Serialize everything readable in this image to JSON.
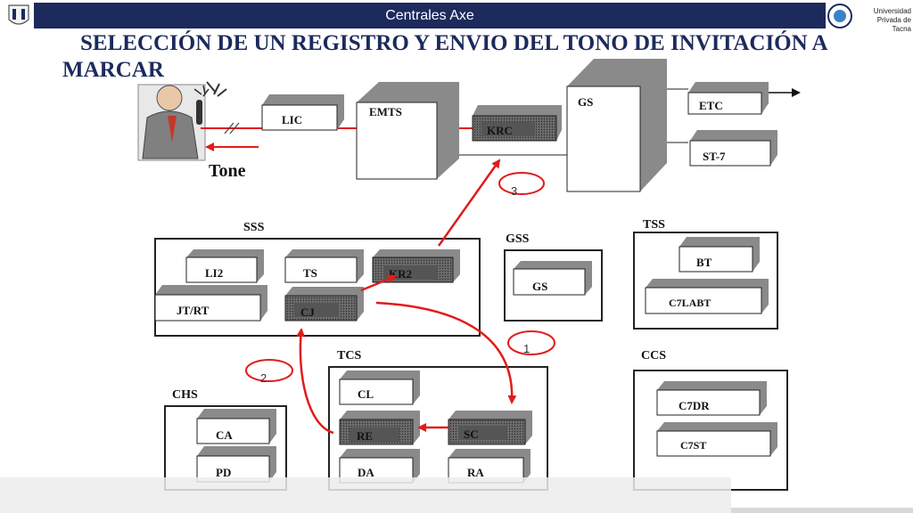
{
  "header": {
    "title": "Centrales Axe",
    "university": [
      "Universidad",
      "Privada de Tacna"
    ]
  },
  "slide": {
    "title": "SELECCIÓN DE UN REGISTRO Y ENVIO DEL TONO DE INVITACIÓN A MARCAR"
  },
  "diagram": {
    "tone_label": "Tone",
    "blocks": {
      "lic": "LIC",
      "emts": "EMTS",
      "krc": "KRC",
      "gs_top": "GS",
      "etc": "ETC",
      "st7": "ST-7",
      "li2": "LI2",
      "ts": "TS",
      "kr2": "KR2",
      "jtrt": "JT/RT",
      "cj": "CJ",
      "gs_sub": "GS",
      "bt": "BT",
      "c7labt": "C7LABT",
      "cl": "CL",
      "re": "RE",
      "sc": "SC",
      "da": "DA",
      "ra": "RA",
      "ca": "CA",
      "pd": "PD",
      "c7dr": "C7DR",
      "c7st": "C7ST"
    },
    "groups": {
      "sss": "SSS",
      "gss": "GSS",
      "tss": "TSS",
      "tcs": "TCS",
      "chs": "CHS",
      "ccs": "CCS"
    },
    "steps": [
      "1",
      "2",
      "3"
    ],
    "colors": {
      "header": "#1c2a5c",
      "signal": "#e21b1b",
      "block_shadow": "#8a8a8a"
    }
  }
}
